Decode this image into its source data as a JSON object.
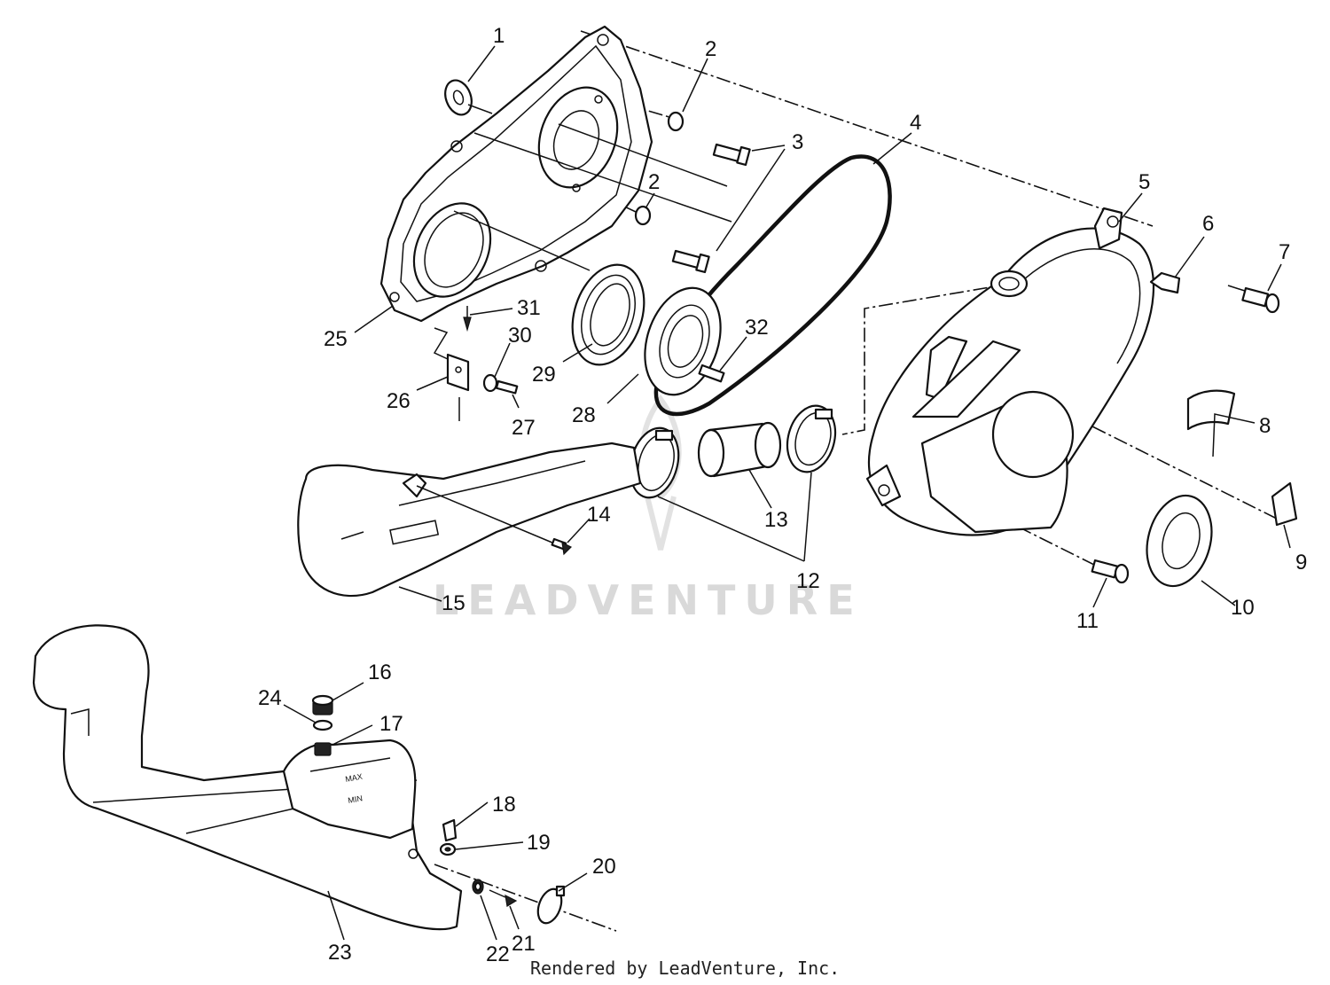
{
  "diagram": {
    "callouts": [
      {
        "id": "1",
        "text": "1"
      },
      {
        "id": "2a",
        "text": "2"
      },
      {
        "id": "2b",
        "text": "2"
      },
      {
        "id": "3",
        "text": "3"
      },
      {
        "id": "4",
        "text": "4"
      },
      {
        "id": "5",
        "text": "5"
      },
      {
        "id": "6",
        "text": "6"
      },
      {
        "id": "7",
        "text": "7"
      },
      {
        "id": "8",
        "text": "8"
      },
      {
        "id": "9",
        "text": "9"
      },
      {
        "id": "10",
        "text": "10"
      },
      {
        "id": "11",
        "text": "11"
      },
      {
        "id": "12",
        "text": "12"
      },
      {
        "id": "13",
        "text": "13"
      },
      {
        "id": "14",
        "text": "14"
      },
      {
        "id": "15",
        "text": "15"
      },
      {
        "id": "16",
        "text": "16"
      },
      {
        "id": "17",
        "text": "17"
      },
      {
        "id": "18",
        "text": "18"
      },
      {
        "id": "19",
        "text": "19"
      },
      {
        "id": "20",
        "text": "20"
      },
      {
        "id": "21",
        "text": "21"
      },
      {
        "id": "22",
        "text": "22"
      },
      {
        "id": "23",
        "text": "23"
      },
      {
        "id": "24",
        "text": "24"
      },
      {
        "id": "25",
        "text": "25"
      },
      {
        "id": "26",
        "text": "26"
      },
      {
        "id": "27",
        "text": "27"
      },
      {
        "id": "28",
        "text": "28"
      },
      {
        "id": "29",
        "text": "29"
      },
      {
        "id": "30",
        "text": "30"
      },
      {
        "id": "31",
        "text": "31"
      },
      {
        "id": "32",
        "text": "32"
      }
    ],
    "watermark": "LEADVENTURE",
    "footer": "Rendered by LeadVenture, Inc."
  }
}
